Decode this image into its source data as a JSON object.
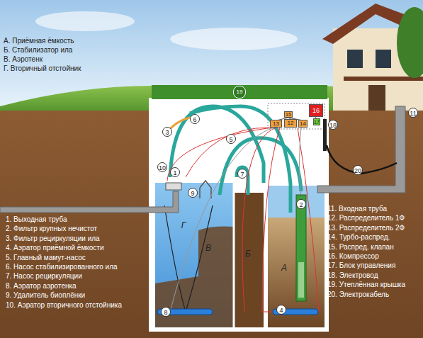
{
  "diagram": {
    "nodes": [
      {
        "text": [
          "19"
        ]
      },
      {
        "text": [
          "16"
        ]
      },
      {
        "text": [
          "15"
        ]
      },
      {
        "text": [
          "13"
        ]
      },
      {
        "text": [
          "12"
        ]
      },
      {
        "text": [
          "14"
        ]
      },
      {
        "text": [
          "17"
        ]
      }
    ],
    "labels": [
      "А. Приёмная ёмкость",
      "Б. Стабилизатор ила",
      "В. Аэротенк",
      "Г. Вторичный отстойник",
      "6",
      "3",
      "5",
      "10",
      "1",
      "9",
      "7",
      "Г",
      "В",
      "Б",
      "А",
      "2",
      "8",
      "4",
      "18",
      "11",
      "20",
      "1. Выходная труба",
      "2. Фильтр крупных нечистот",
      "3. Фильтр рециркуляции ила",
      "4. Аэратор приёмной ёмкости",
      "5. Главный мамут-насос",
      "6. Насос стабилизированного ила",
      "7. Насос рециркуляции",
      "8. Аэратор аэротенка",
      "9. Удалитель биоплёнки",
      "10. Аэратор вторичного отстойника",
      "11. Входная труба",
      "12. Распределитель 1Ф",
      "13. Распределитель 2Ф",
      "14. Турбо-распред.",
      "15. Распред. клапан",
      "16. Компрессор",
      "17. Блок управления",
      "18. Электровод",
      "19. Утеплённая крышка",
      "20. Электрокабель"
    ]
  }
}
